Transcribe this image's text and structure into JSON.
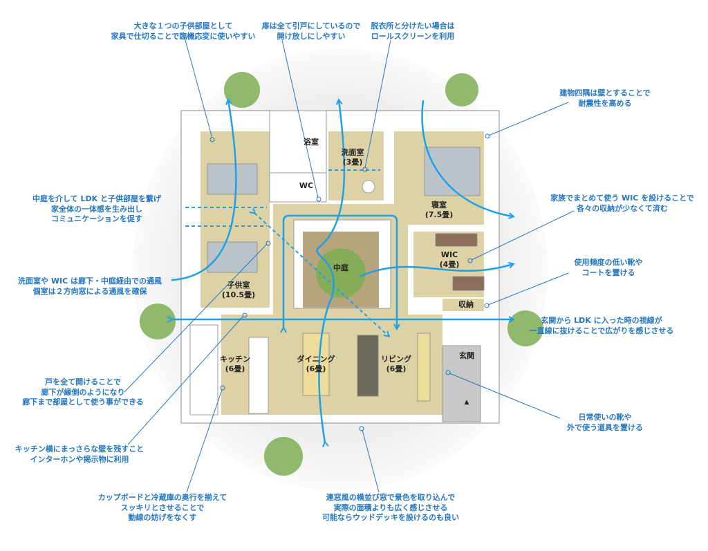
{
  "rooms": {
    "bath": {
      "name": "浴室"
    },
    "washroom": {
      "name": "洗面室",
      "size": "(3畳)"
    },
    "wc": {
      "name": "WC"
    },
    "bedroom": {
      "name": "寝室",
      "size": "(7.5畳)"
    },
    "wic": {
      "name": "WIC",
      "size": "(4畳)"
    },
    "storage": {
      "name": "収納"
    },
    "courtyard": {
      "name": "中庭"
    },
    "kids": {
      "name": "子供室",
      "size": "(10.5畳)"
    },
    "kitchen": {
      "name": "キッチン",
      "size": "(6畳)"
    },
    "dining": {
      "name": "ダイニング",
      "size": "(6畳)"
    },
    "living": {
      "name": "リビング",
      "size": "(6畳)"
    },
    "entrance": {
      "name": "玄関",
      "mark": "▲"
    }
  },
  "notes": [
    {
      "lines": [
        "大きな１つの子供部屋として",
        "家具で仕切ることで臨機応変に使いやすい"
      ]
    },
    {
      "lines": [
        "扉は全て引戸にしているので",
        "開け放しにしやすい"
      ]
    },
    {
      "lines": [
        "脱衣所と分けたい場合は",
        "ロールスクリーンを利用"
      ]
    },
    {
      "lines": [
        "建物四隅は壁とすることで",
        "耐震性を高める"
      ]
    },
    {
      "lines": [
        "中庭を介して LDK と子供部屋を繋げ",
        "家全体の一体感を生み出し",
        "コミュニケーションを促す"
      ]
    },
    {
      "lines": [
        "家族でまとめて使う WIC を設けることで",
        "各々の収納が少なくて済む"
      ]
    },
    {
      "lines": [
        "使用頻度の低い靴や",
        "コートを置ける"
      ]
    },
    {
      "lines": [
        "洗面室や WIC は廊下・中庭経由での通風",
        "個室は２方向窓による通風を確保"
      ]
    },
    {
      "lines": [
        "玄関から LDK に入った時の視線が",
        "一直線に抜けることで広がりを感じさせる"
      ]
    },
    {
      "lines": [
        "戸を全て開けることで",
        "廊下が縁側のようになり",
        "廊下まで部屋として使う事ができる"
      ]
    },
    {
      "lines": [
        "キッチン横にまっさらな壁を残すこと",
        "インターホンや掲示物に利用"
      ]
    },
    {
      "lines": [
        "日常使いの靴や",
        "外で使う道具を置ける"
      ]
    },
    {
      "lines": [
        "カップボードと冷蔵庫の奥行を揃えて",
        "スッキリとさせることで",
        "動線の妨げをなくす"
      ]
    },
    {
      "lines": [
        "連窓風の横並び窓で景色を取り込んで",
        "実際の面積よりも広く感じさせる",
        "可能ならウッドデッキを設けるのも良い"
      ]
    }
  ],
  "colors": {
    "note": "#2577c0",
    "arrow": "#1ea0e8",
    "floor": "#ddd2a6",
    "courtyard": "#b8a47c",
    "wall": "#ffffff",
    "tree": "#7fae55"
  }
}
